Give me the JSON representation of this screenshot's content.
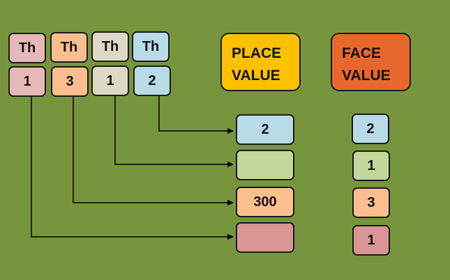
{
  "colors": {
    "background": "#77953d",
    "blue": "#b7dce8",
    "green": "#c4d79b",
    "orange": "#fbbf8f",
    "pink": "#e0b4b4",
    "beige": "#ddd9c4",
    "rose": "#da9694",
    "gold": "#ffc000",
    "red_orange": "#e8672d"
  },
  "headers": [
    {
      "label": "Th",
      "color": "#e6b8b7"
    },
    {
      "label": "Th",
      "color": "#fbbf8f"
    },
    {
      "label": "Th",
      "color": "#ddd9c4"
    },
    {
      "label": "Th",
      "color": "#b7dce8"
    }
  ],
  "digits": [
    {
      "value": "1",
      "color": "#e6b8b7"
    },
    {
      "value": "3",
      "color": "#fbbf8f"
    },
    {
      "value": "1",
      "color": "#ddd9c4"
    },
    {
      "value": "2",
      "color": "#b7dce8"
    }
  ],
  "place_value": {
    "title_line1": "PLACE",
    "title_line2": "VALUE",
    "boxes": [
      {
        "value": "2",
        "color": "#b7dce8"
      },
      {
        "value": "",
        "color": "#c4d79b"
      },
      {
        "value": "300",
        "color": "#fbbf8f"
      },
      {
        "value": "",
        "color": "#da9694"
      }
    ]
  },
  "face_value": {
    "title_line1": "FACE",
    "title_line2": "VALUE",
    "boxes": [
      {
        "value": "2",
        "color": "#b7dce8"
      },
      {
        "value": "1",
        "color": "#c4d79b"
      },
      {
        "value": "3",
        "color": "#fbbf8f"
      },
      {
        "value": "1",
        "color": "#da9694"
      }
    ]
  }
}
